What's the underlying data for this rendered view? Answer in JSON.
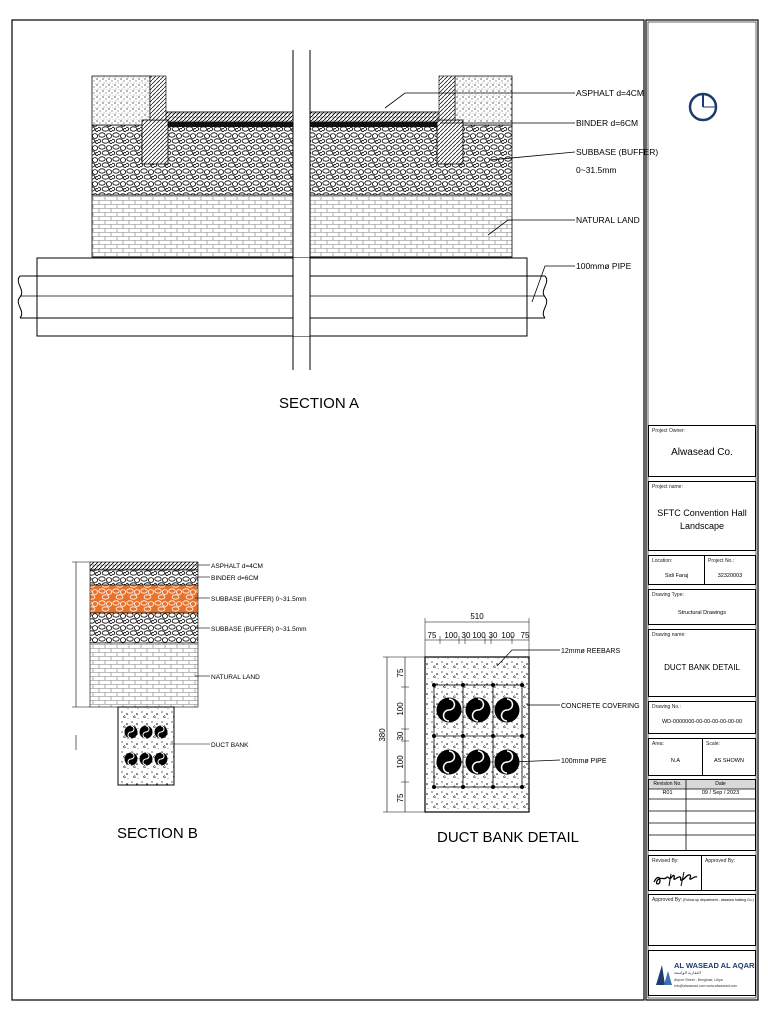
{
  "section_a": {
    "title": "SECTION A",
    "labels": {
      "asphalt": "ASPHALT  d=4CM",
      "binder": "BINDER   d=6CM",
      "subbase_1": "SUBBASE (BUFFER)",
      "subbase_2": "0~31.5mm",
      "natural_land": "NATURAL LAND",
      "pipe": "100mmø PIPE"
    }
  },
  "section_b": {
    "title": "SECTION B",
    "labels": {
      "asphalt": "ASPHALT  d=4CM",
      "binder": "BINDER   d=6CM",
      "subbase_upper": "SUBBASE (BUFFER)   0~31.5mm",
      "subbase_lower": "SUBBASE (BUFFER)   0~31.5mm",
      "natural_land": "NATURAL LAND",
      "duct_bank": "DUCT BANK"
    },
    "colors": {
      "buffer_highlight": "#e8722a"
    }
  },
  "duct_detail": {
    "title": "DUCT BANK DETAIL",
    "dims": {
      "total_width": "510",
      "horizontal": [
        "75",
        "100",
        "30",
        "100",
        "30",
        "100",
        "75"
      ],
      "total_height": "380",
      "vertical": [
        "75",
        "100",
        "30",
        "100",
        "75"
      ]
    },
    "labels": {
      "rebars": "12mmø REEBARS",
      "covering": "CONCRETE COVERING",
      "pipe": "100mmø PIPE"
    }
  },
  "title_block": {
    "project_owner_label": "Project Owner:",
    "project_owner": "Alwasead Co.",
    "project_name_label": "Project name:",
    "project_name_1": "SFTC Convention Hall",
    "project_name_2": "Landscape",
    "location_label": "Location:",
    "location": "Sidi Faraj",
    "project_no_label": "Project No.:",
    "project_no": "32320003",
    "drawing_type_label": "Drawing Type:",
    "drawing_type": "Structural Drawings",
    "drawing_name_label": "Drawing name:",
    "drawing_name": "DUCT BANK DETAIL",
    "drawing_no_label": "Drawing No.:",
    "drawing_no": "WD-0000000-00-00-00-00-00-00",
    "area_label": "Area:",
    "area": "N.A",
    "scale_label": "Scale:",
    "scale": "AS SHOWN",
    "revision_header": "Revision No.",
    "date_header": "Date",
    "revision": "R01",
    "date": "09 / Sep / 2023",
    "revised_by_label": "Revised By:",
    "approved_by_label": "Approved By:",
    "approved_by_label_2": "Approved By:",
    "approver_note": "(Follow up department - alwasea holding Co.)",
    "company_name": "AL WASEAD AL AQARIYA",
    "company_sub": "العقارية الواسعة",
    "company_address": "Airport Street - Benghazi, Libya",
    "company_contact": "info@alwasead.com  www.alwasead.com"
  },
  "colors": {
    "brand": "#1e3a6e"
  }
}
